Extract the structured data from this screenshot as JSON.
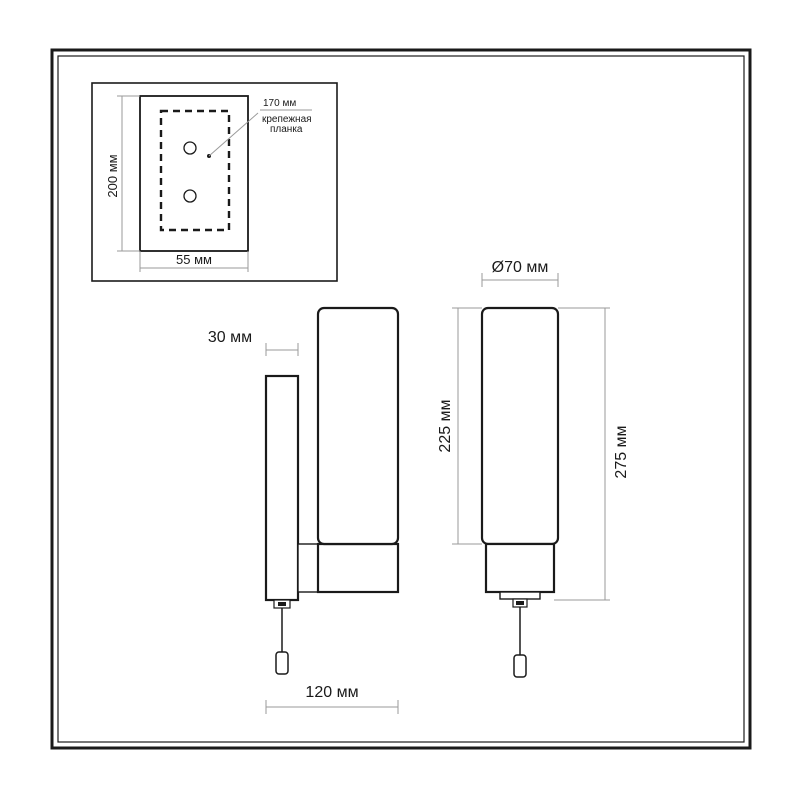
{
  "mount_plate": {
    "width_label": "55 мм",
    "height_label": "200 мм",
    "callout_value": "170 мм",
    "callout_line1": "крепежная",
    "callout_line2": "планка"
  },
  "side_view": {
    "offset_label": "30 мм",
    "depth_label": "120 мм"
  },
  "front_view": {
    "diameter_label": "Ø70 мм",
    "shade_height_label": "225 мм",
    "total_height_label": "275 мм"
  }
}
